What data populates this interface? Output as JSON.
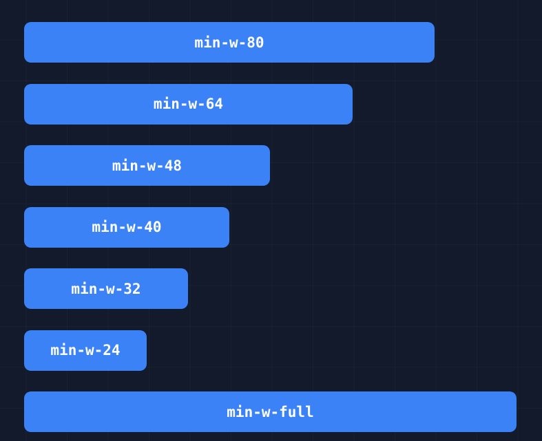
{
  "theme": {
    "background": "#131a2b",
    "bar_color": "#3b82f6",
    "text_color": "#ffffff"
  },
  "bars": [
    {
      "label": "min-w-80"
    },
    {
      "label": "min-w-64"
    },
    {
      "label": "min-w-48"
    },
    {
      "label": "min-w-40"
    },
    {
      "label": "min-w-32"
    },
    {
      "label": "min-w-24"
    },
    {
      "label": "min-w-full"
    }
  ]
}
